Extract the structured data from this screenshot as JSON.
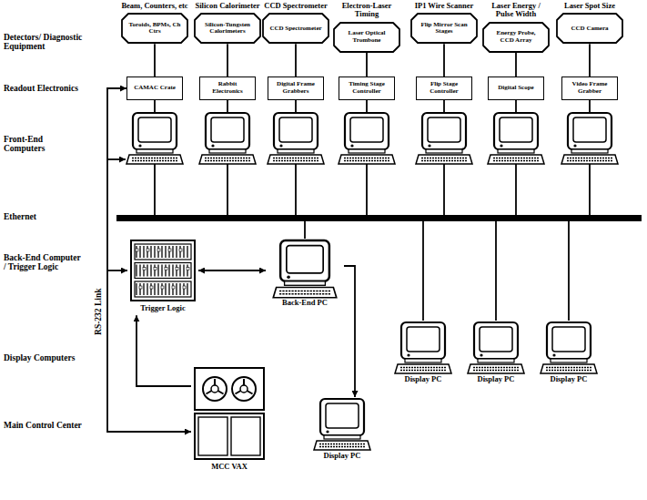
{
  "diagram": {
    "nodes": [
      {
        "text": [
          "Beam, Counters, etc",
          "Toroids, BPMs, Ch Ctrs"
        ]
      },
      {
        "text": [
          "Silicon Calorimeter",
          "Silicon-Tungsten Calorimeters"
        ]
      },
      {
        "text": [
          "CCD Spectrometer",
          "CCD Spectrometer"
        ]
      },
      {
        "text": [
          "Electron-Laser Timing",
          "Laser Optical Trombone"
        ]
      },
      {
        "text": [
          "IP1 Wire Scanner",
          "Flip Mirror Scan Stages"
        ]
      },
      {
        "text": [
          "Laser Energy / Pulse Width",
          "Energy Probe, CCD Array"
        ]
      },
      {
        "text": [
          "Laser Spot Size",
          "CCD Camera"
        ]
      },
      {
        "text": [
          "CAMAC Crate"
        ]
      },
      {
        "text": [
          "Rabbit Electronics"
        ]
      },
      {
        "text": [
          "Digital Frame Grabbers"
        ]
      },
      {
        "text": [
          "Timing Stage Controller"
        ]
      },
      {
        "text": [
          "Flip Stage Controller"
        ]
      },
      {
        "text": [
          "Digital Scope"
        ]
      },
      {
        "text": [
          "Video Frame Grabber"
        ]
      },
      {
        "text": [
          "Trigger Logic"
        ]
      },
      {
        "text": [
          "Back-End PC"
        ]
      },
      {
        "text": [
          "Display PC"
        ]
      },
      {
        "text": [
          "Display PC"
        ]
      },
      {
        "text": [
          "Display PC"
        ]
      },
      {
        "text": [
          "MCC VAX"
        ]
      },
      {
        "text": [
          "Display PC"
        ]
      }
    ],
    "edges": [
      {
        "from": 0,
        "to": 7,
        "arrow": "none"
      },
      {
        "from": 1,
        "to": 8,
        "arrow": "none"
      },
      {
        "from": 2,
        "to": 9,
        "arrow": "none"
      },
      {
        "from": 3,
        "to": 10,
        "arrow": "none"
      },
      {
        "from": 4,
        "to": 11,
        "arrow": "none"
      },
      {
        "from": 5,
        "to": 12,
        "arrow": "none"
      },
      {
        "from": 6,
        "to": 13,
        "arrow": "none"
      },
      {
        "from": 14,
        "to": 15,
        "arrow": "both"
      },
      {
        "from": 19,
        "to": 14,
        "arrow": "to"
      },
      {
        "from": 15,
        "to": 20,
        "arrow": "to"
      },
      {
        "from": 19,
        "to": 7,
        "arrow": "both"
      }
    ],
    "labels": [
      "Detectors/ Diagnostic Equipment",
      "Readout Electronics",
      "Front-End Computers",
      "Ethernet",
      "Back-End Computer / Trigger Logic",
      "RS-232 Link",
      "Display Computers",
      "Main Control Center"
    ]
  }
}
